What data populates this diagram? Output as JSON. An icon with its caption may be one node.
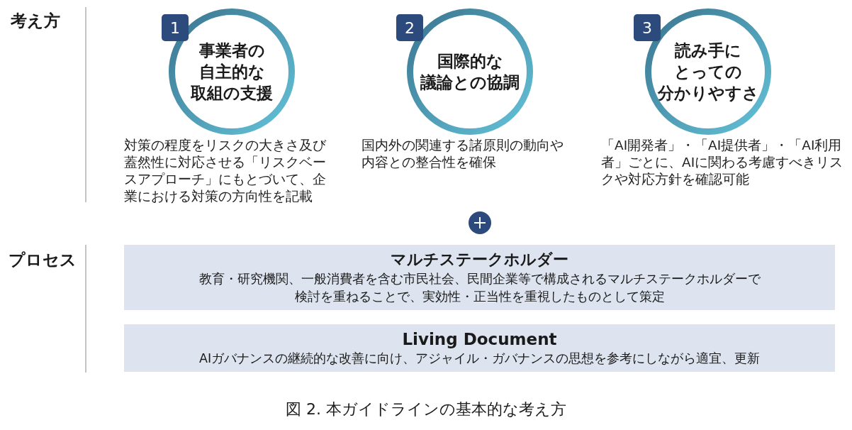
{
  "diagram": {
    "caption": "図 2. 本ガイドラインの基本的な考え方",
    "nodes": [
      {
        "text": [
          "1"
        ]
      },
      {
        "text": [
          "事業者の自主的な取組の支援"
        ],
        "beside": [
          "対策の程度をリスクの大きさ及び蓋然性に対応させる「リスクベースアプローチ」にもとづいて、企業における対策の方向性を記載"
        ]
      },
      {
        "text": [
          "2"
        ]
      },
      {
        "text": [
          "国際的な議論との協調"
        ],
        "beside": [
          "国内外の関連する諸原則の動向や内容との整合性を確保"
        ]
      },
      {
        "text": [
          "3"
        ]
      },
      {
        "text": [
          "読み手にとっての分かりやすさ"
        ],
        "beside": [
          "「AI開発者」・「AI提供者」・「AI利用者」ごとに、AIに関わる考慮すべきリスクや対応方針を確認可能"
        ]
      },
      {
        "text": [
          "マルチステークホルダー",
          "教育・研究機関、一般消費者を含む市民社会、民間企業等で構成されるマルチステークホルダーで検討を重ねることで、実効性・正当性を重視したものとして策定"
        ]
      },
      {
        "text": [
          "Living Document",
          "AIガバナンスの継続的な改善に向け、アジャイル・ガバナンスの思想を参考にしながら適宜、更新"
        ]
      }
    ],
    "labels": [
      "考え方",
      "プロセス"
    ]
  }
}
